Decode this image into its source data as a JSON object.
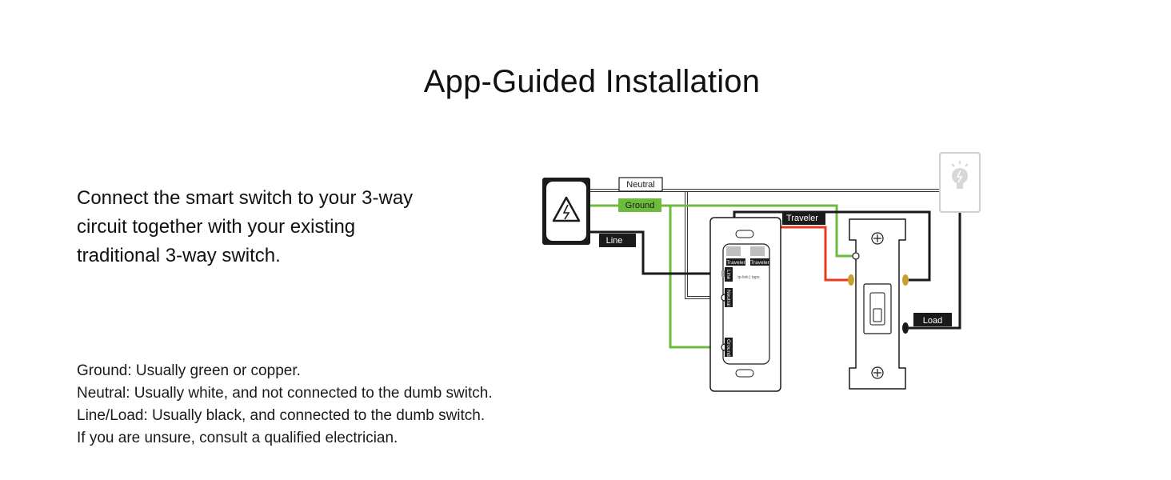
{
  "title": "App-Guided Installation",
  "intro_lines": [
    "Connect the smart switch to your 3-way",
    "circuit together with your existing",
    "traditional 3-way switch."
  ],
  "notes": [
    "Ground: Usually green or copper.",
    "Neutral: Usually white, and not connected to the dumb switch.",
    "Line/Load: Usually black, and connected to the dumb switch.",
    "If you are unsure, consult a qualified electrician."
  ],
  "diagram": {
    "labels": {
      "neutral": "Neutral",
      "ground": "Ground",
      "line": "Line",
      "traveler": "Traveler",
      "load": "Load"
    },
    "terminals": {
      "traveler_1": "Traveler",
      "traveler_2": "Traveler",
      "line": "Line",
      "neutral": "Neutral",
      "ground": "Ground"
    },
    "brand": "tp-link | tapo"
  },
  "colors": {
    "ground_wire": "#6cbb3c",
    "line_wire": "#1a1a1a",
    "neutral_wire": "#ffffff",
    "traveler_red": "#e53a1e",
    "terminal_brass": "#c8a032",
    "bulb_icon": "#d7d7d7"
  }
}
